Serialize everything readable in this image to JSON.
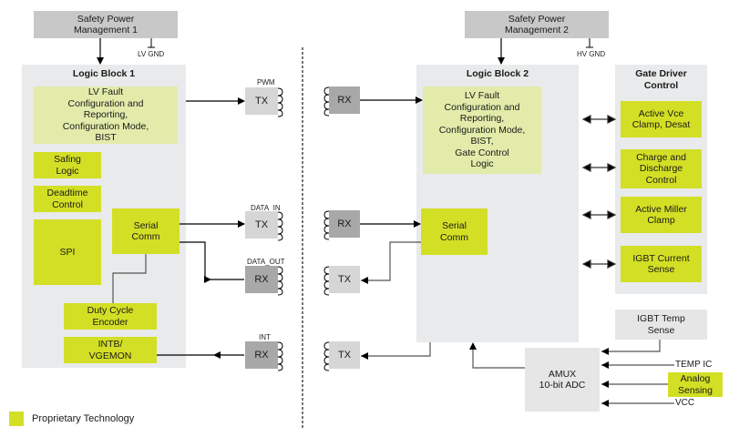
{
  "left": {
    "power": "Safety Power\nManagement 1",
    "gnd": "LV GND",
    "logic_title": "Logic Block 1",
    "fault": "LV Fault\nConfiguration and\nReporting,\nConfiguration Mode,\nBIST",
    "safing": "Safing\nLogic",
    "deadtime": "Deadtime\nControl",
    "spi": "SPI",
    "serial": "Serial\nComm",
    "duty": "Duty Cycle\nEncoder",
    "intb": "INTB/\nVGEMON"
  },
  "isolators_left": [
    {
      "label": "PWM",
      "type": "TX"
    },
    {
      "label": "DATA_IN",
      "type": "TX"
    },
    {
      "label": "DATA_OUT",
      "type": "RX"
    },
    {
      "label": "INT",
      "type": "RX"
    }
  ],
  "isolators_right": [
    {
      "type": "RX"
    },
    {
      "type": "RX"
    },
    {
      "type": "TX"
    },
    {
      "type": "TX"
    }
  ],
  "right": {
    "power": "Safety Power\nManagement 2",
    "gnd": "HV GND",
    "logic_title": "Logic Block 2",
    "fault": "LV Fault\nConfiguration and\nReporting,\nConfiguration Mode,\nBIST,\nGate Control\nLogic",
    "serial": "Serial\nComm",
    "gate_title": "Gate Driver\nControl",
    "gate_items": [
      "Active Vce\nClamp, Desat",
      "Charge and\nDischarge\nControl",
      "Active Miller\nClamp",
      "IGBT Current\nSense"
    ],
    "igbt_temp": "IGBT Temp\nSense",
    "amux": "AMUX\n10-bit ADC",
    "temp_ic": "TEMP IC",
    "analog": "Analog\nSensing",
    "vcc": "VCC"
  },
  "legend": {
    "label": "Proprietary Technology",
    "color": "#d3df25"
  },
  "colors": {
    "proprietary": "#d3df25",
    "light_green": "#e2ebaa",
    "panel": "#e9eaeb",
    "tx": "#d6d6d6",
    "rx": "#a8a8a8"
  }
}
